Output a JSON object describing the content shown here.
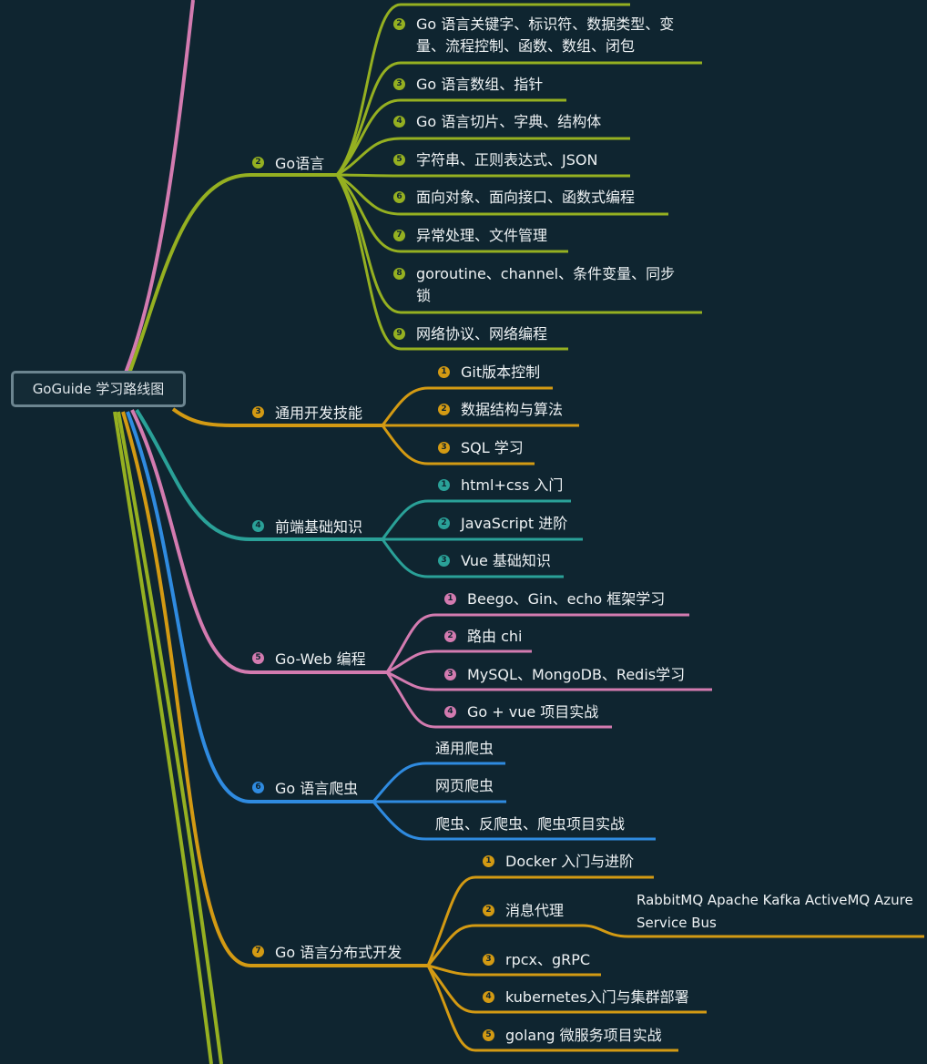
{
  "root": {
    "label": "GoGuide 学习路线图"
  },
  "colors": {
    "background": "#0f2530",
    "go": "#95b021",
    "dev": "#d39a13",
    "frontend": "#2aa198",
    "web": "#d37bb0",
    "crawler": "#2f8be0",
    "dist": "#d39a13",
    "top": "#d37bb0"
  },
  "branches": [
    {
      "key": "go",
      "badge": "2",
      "label": "Go语言",
      "leaves": [
        {
          "badge": "2",
          "text": "Go 语言关键字、标识符、数据类型、变量、流程控制、函数、数组、闭包"
        },
        {
          "badge": "3",
          "text": "Go 语言数组、指针"
        },
        {
          "badge": "4",
          "text": "Go 语言切片、字典、结构体"
        },
        {
          "badge": "5",
          "text": "字符串、正则表达式、JSON"
        },
        {
          "badge": "6",
          "text": "面向对象、面向接口、函数式编程"
        },
        {
          "badge": "7",
          "text": "异常处理、文件管理"
        },
        {
          "badge": "8",
          "text": "goroutine、channel、条件变量、同步锁"
        },
        {
          "badge": "9",
          "text": "网络协议、网络编程"
        }
      ]
    },
    {
      "key": "dev",
      "badge": "3",
      "label": "通用开发技能",
      "leaves": [
        {
          "badge": "1",
          "text": "Git版本控制"
        },
        {
          "badge": "2",
          "text": "数据结构与算法"
        },
        {
          "badge": "3",
          "text": "SQL 学习"
        }
      ]
    },
    {
      "key": "frontend",
      "badge": "4",
      "label": "前端基础知识",
      "leaves": [
        {
          "badge": "1",
          "text": "html+css 入门"
        },
        {
          "badge": "2",
          "text": "JavaScript 进阶"
        },
        {
          "badge": "3",
          "text": "Vue 基础知识"
        }
      ]
    },
    {
      "key": "web",
      "badge": "5",
      "label": "Go-Web 编程",
      "leaves": [
        {
          "badge": "1",
          "text": "Beego、Gin、echo 框架学习"
        },
        {
          "badge": "2",
          "text": "路由 chi"
        },
        {
          "badge": "3",
          "text": "MySQL、MongoDB、Redis学习"
        },
        {
          "badge": "4",
          "text": "Go + vue 项目实战"
        }
      ]
    },
    {
      "key": "crawler",
      "badge": "6",
      "label": "Go 语言爬虫",
      "leaves": [
        {
          "badge": "",
          "text": "通用爬虫"
        },
        {
          "badge": "",
          "text": "网页爬虫"
        },
        {
          "badge": "",
          "text": "爬虫、反爬虫、爬虫项目实战"
        }
      ]
    },
    {
      "key": "dist",
      "badge": "7",
      "label": "Go 语言分布式开发",
      "leaves": [
        {
          "badge": "1",
          "text": "Docker 入门与进阶"
        },
        {
          "badge": "2",
          "text": "消息代理"
        },
        {
          "badge": "3",
          "text": "rpcx、gRPC"
        },
        {
          "badge": "4",
          "text": "kubernetes入门与集群部署"
        },
        {
          "badge": "5",
          "text": "golang 微服务项目实战"
        }
      ]
    }
  ],
  "broker_note": "RabbitMQ Apache Kafka ActiveMQ Azure Service Bus"
}
